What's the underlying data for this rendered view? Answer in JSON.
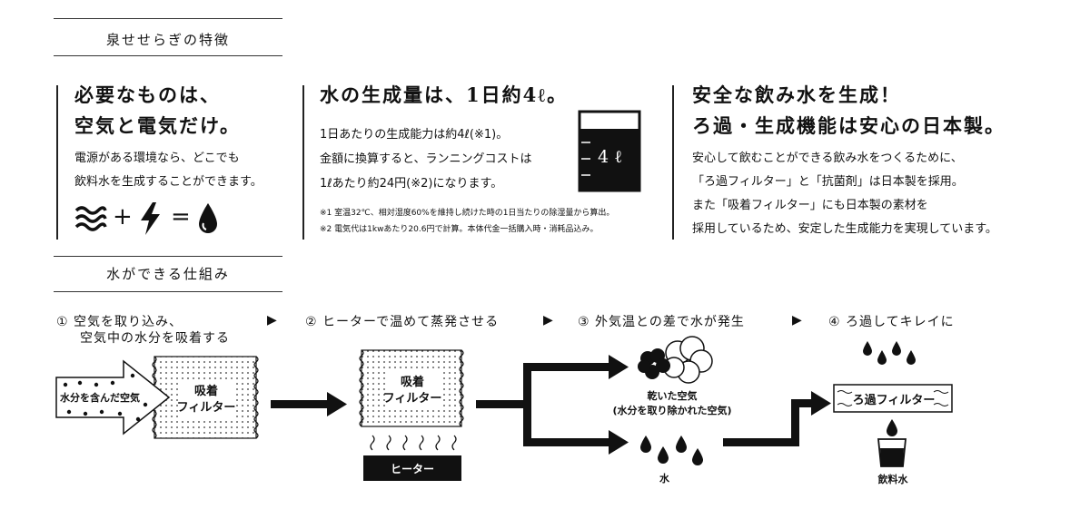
{
  "features": {
    "heading": "泉せせらぎの特徴",
    "col1": {
      "title_line1": "必要なものは、",
      "title_line2": "空気と電気だけ。",
      "body_line1": "電源がある環境なら、どこでも",
      "body_line2": "飲料水を生成することができます。",
      "equation_plus": "+",
      "equation_equals": "="
    },
    "col2": {
      "title": "水の生成量は、1日約4ℓ。",
      "body_line1": "1日あたりの生成能力は約4ℓ(※1)。",
      "body_line2": "金額に換算すると、ランニングコストは",
      "body_line3": "1ℓあたり約24円(※2)になります。",
      "note1": "※1 室温32℃、相対湿度60%を維持し続けた時の1日当たりの除湿量から算出。",
      "note2": "※2 電気代は1kwあたり20.6円で計算。本体代金一括購入時・消耗品込み。",
      "beaker_label": "4 ℓ"
    },
    "col3": {
      "title_line1": "安全な飲み水を生成！",
      "title_line2": "ろ過・生成機能は安心の日本製。",
      "body_line1": "安心して飲むことができる飲み水をつくるために、",
      "body_line2": "「ろ過フィルター」と「抗菌剤」は日本製を採用。",
      "body_line3": "また「吸着フィルター」にも日本製の素材を",
      "body_line4": "採用しているため、安定した生成能力を実現しています。"
    }
  },
  "mechanism": {
    "heading": "水ができる仕組み",
    "steps": [
      {
        "label_line1": "① 空気を取り込み、",
        "label_line2": "空気中の水分を吸着する"
      },
      {
        "label_line1": "② ヒーターで温めて蒸発させる"
      },
      {
        "label_line1": "③ 外気温との差で水が発生"
      },
      {
        "label_line1": "④ ろ過してキレイに"
      }
    ],
    "step_arrow": "▶",
    "diagram": {
      "intake_air_label": "水分を含んだ空気",
      "adsorption_filter_line1": "吸着",
      "adsorption_filter_line2": "フィルター",
      "heater_label": "ヒーター",
      "dry_air_line1": "乾いた空気",
      "dry_air_line2": "(水分を取り除かれた空気)",
      "water_label": "水",
      "filtration_filter_label": "ろ過フィルター",
      "drinking_water_label": "飲料水"
    }
  }
}
